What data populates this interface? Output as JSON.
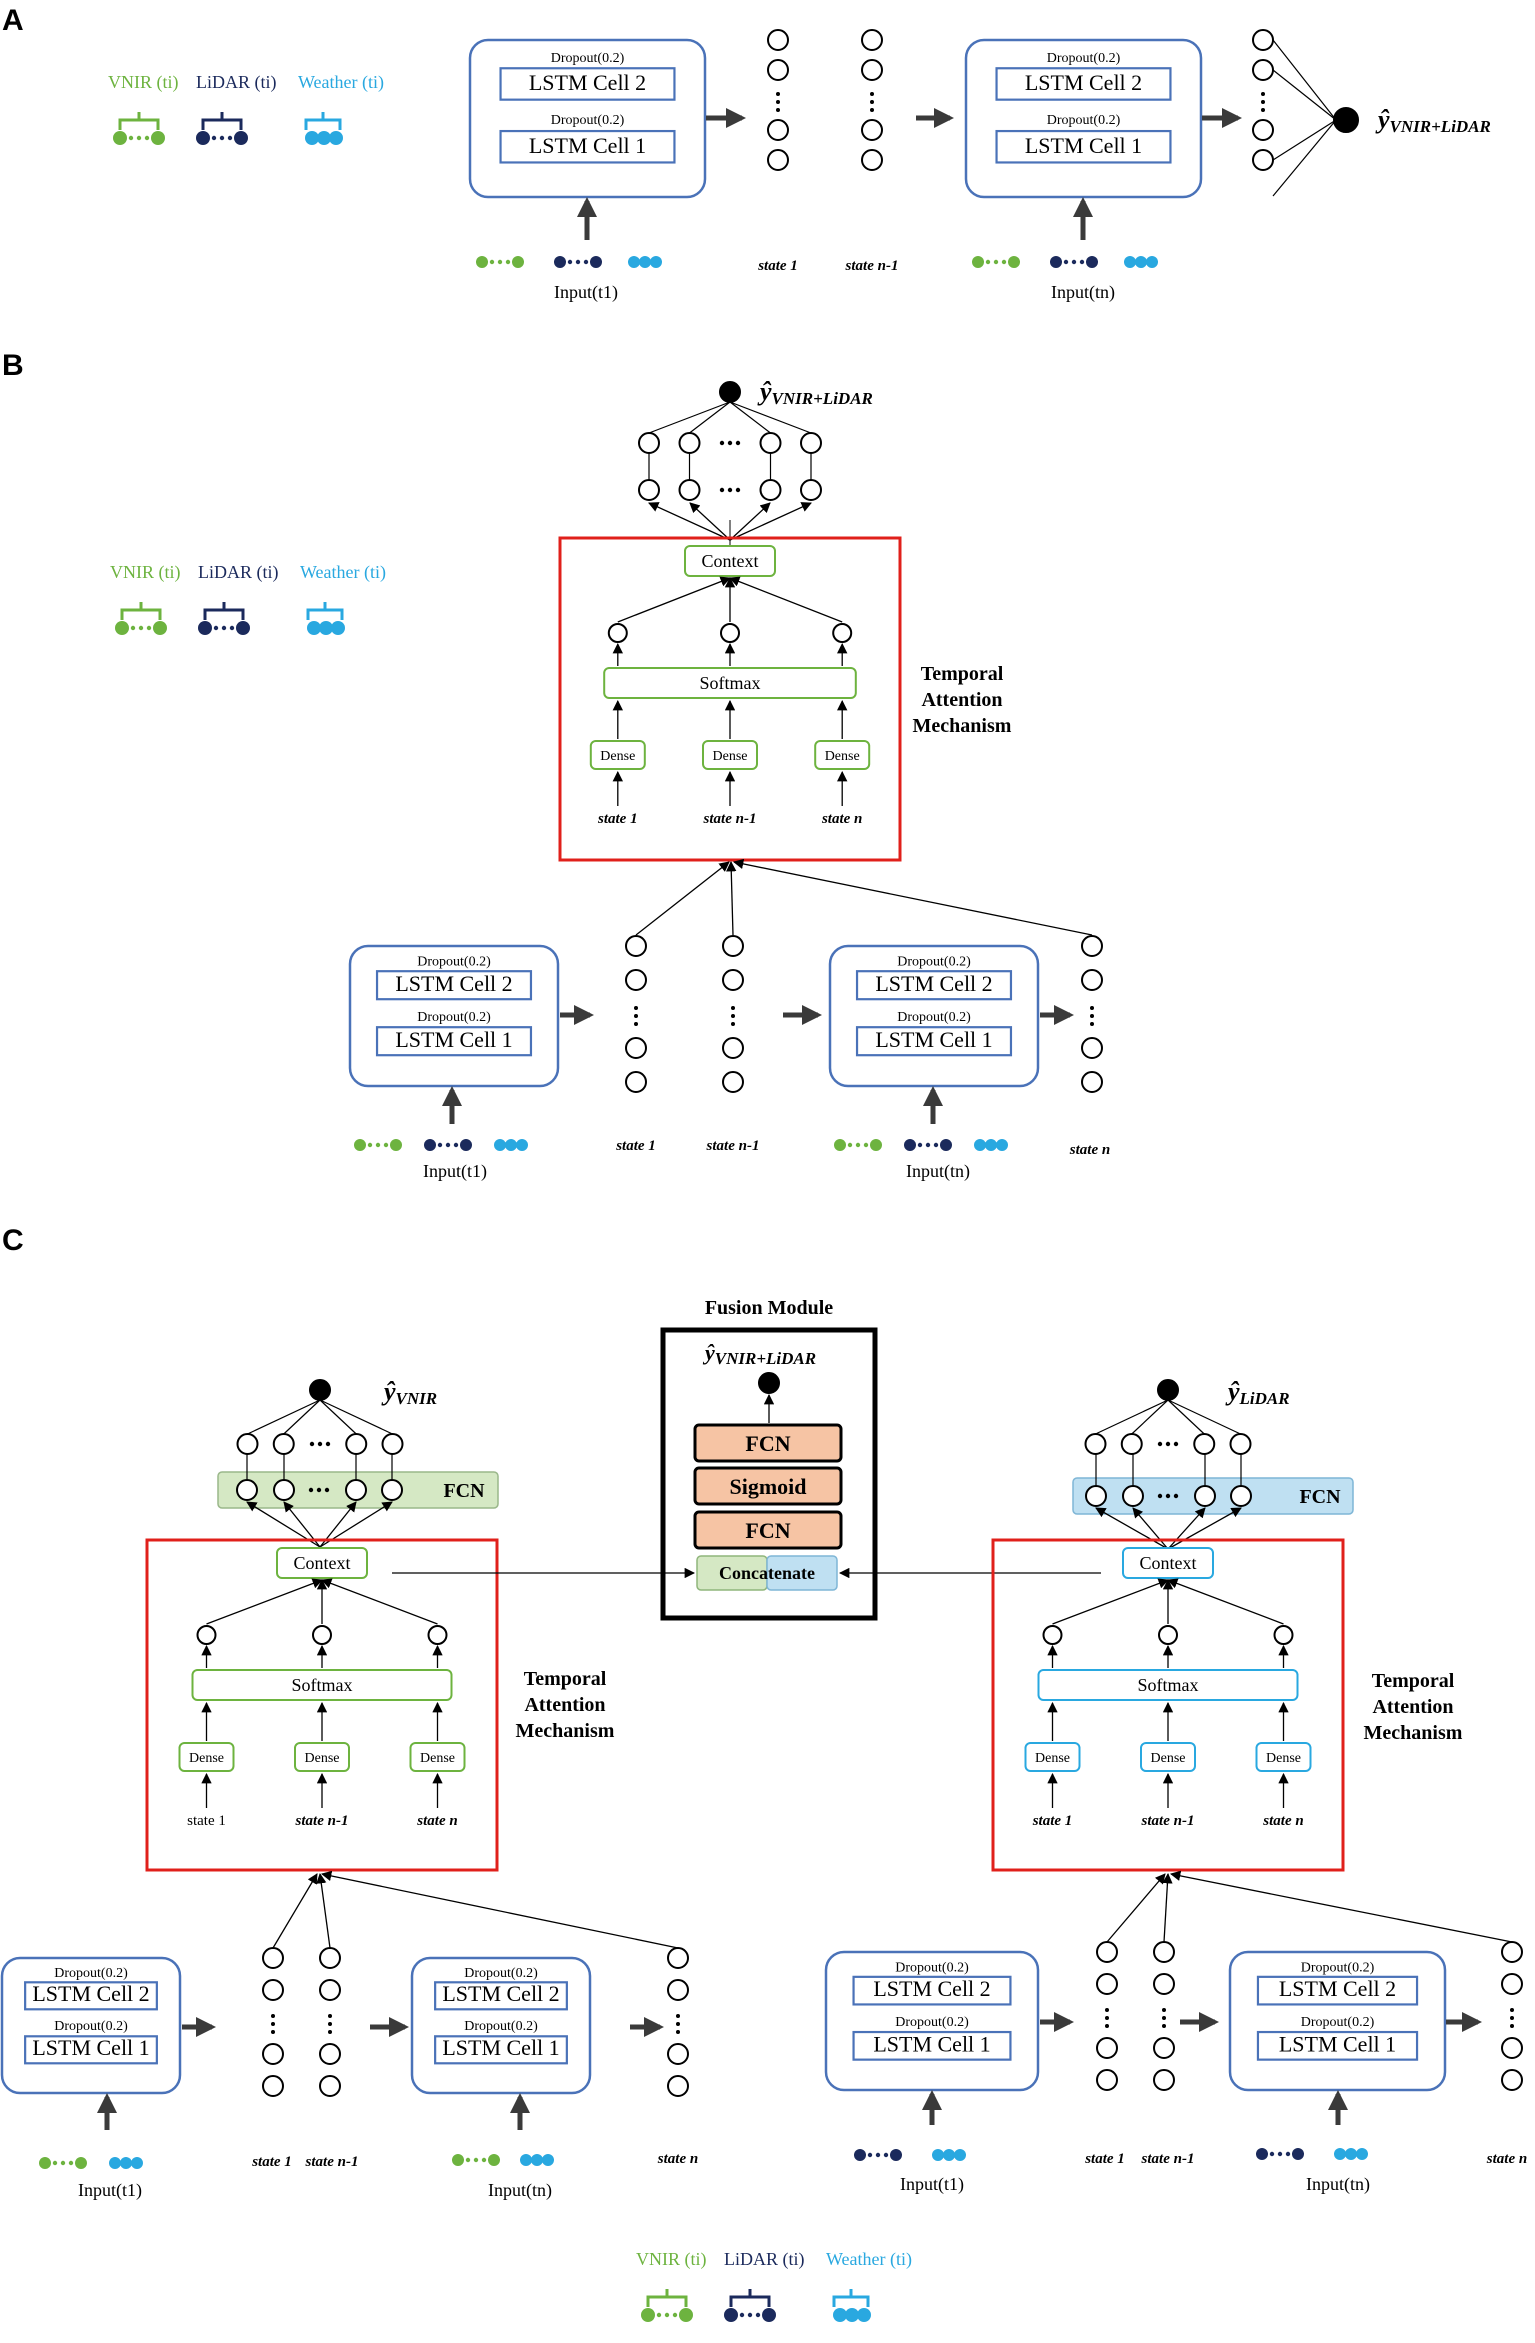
{
  "panels": {
    "a": {
      "letter": "A"
    },
    "b": {
      "letter": "B"
    },
    "c": {
      "letter": "C"
    }
  },
  "legend": {
    "vnir": "VNIR",
    "lidar": "LiDAR",
    "weather": "Weather",
    "time_arg": "(t",
    "time_sub": "i",
    "close": ")"
  },
  "lstm": {
    "cell2": "LSTM Cell 2",
    "cell1": "LSTM Cell 1",
    "dropout": "Dropout(0.2)"
  },
  "inputs": {
    "input_t1_a": "Input(t",
    "sub_1": "1",
    "sub_n": "n",
    "close": ")"
  },
  "states": {
    "state": "state",
    "sub_1": "1",
    "sub_n1": "n-1",
    "sub_n": "n"
  },
  "attention": {
    "context": "Context",
    "softmax": "Softmax",
    "dense": "Dense",
    "title_line1": "Temporal",
    "title_line2": "Attention",
    "title_line3": "Mechanism"
  },
  "outputs": {
    "yhat": "ŷ",
    "fused_sub": "VNIR+LiDAR",
    "vnir_sub": "VNIR",
    "lidar_sub": "LiDAR"
  },
  "fcn": {
    "label": "FCN"
  },
  "fusion": {
    "title": "Fusion Module",
    "fcn_top": "FCN",
    "sigmoid": "Sigmoid",
    "fcn_bottom": "FCN",
    "concatenate": "Concatenate"
  },
  "colors": {
    "vnir": "#6db33f",
    "lidar": "#1b2a5c",
    "weather": "#29a8e0",
    "lstm_border": "#4a72b8",
    "attention_border": "#e0201b",
    "fusion_orange": "#f6c4a4",
    "fcn_green": "#d5e8c4",
    "fcn_blue": "#bfe0f2"
  }
}
